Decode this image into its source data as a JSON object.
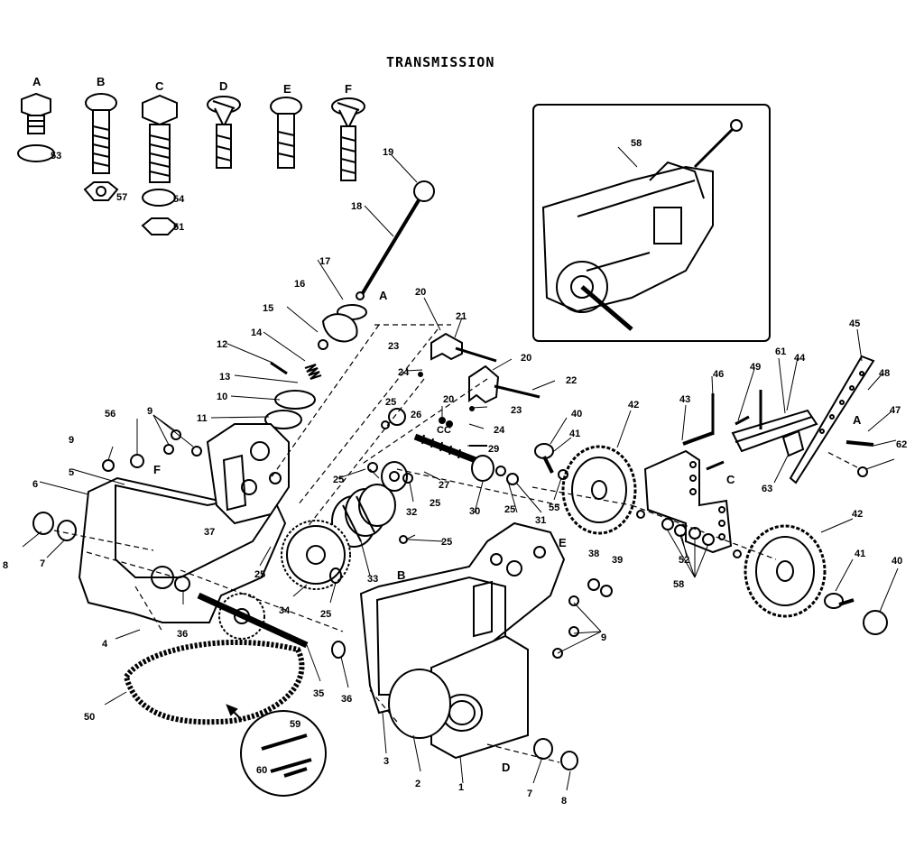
{
  "title": "TRANSMISSION",
  "hardware_keys": [
    "A",
    "B",
    "C",
    "D",
    "E",
    "F"
  ],
  "callouts": {
    "c1": "1",
    "c2": "2",
    "c3": "3",
    "c4": "4",
    "c5": "5",
    "c6": "6",
    "c7a": "7",
    "c7b": "7",
    "c8a": "8",
    "c8b": "8",
    "c9a": "9",
    "c9b": "9",
    "c9c": "9",
    "c10": "10",
    "c11": "11",
    "c12": "12",
    "c13": "13",
    "c14": "14",
    "c15": "15",
    "c16": "16",
    "c17": "17",
    "c18": "18",
    "c19": "19",
    "c20a": "20",
    "c20b": "20",
    "c20c": "20",
    "c21": "21",
    "c22": "22",
    "c23a": "23",
    "c23b": "23",
    "c24a": "24",
    "c24b": "24",
    "c25a": "25",
    "c25b": "25",
    "c25c": "25",
    "c25d": "25",
    "c25e": "25",
    "c25f": "25",
    "c25g": "25",
    "c26": "26",
    "c27": "27",
    "c29": "29",
    "c30": "30",
    "c31": "31",
    "c32": "32",
    "c33": "33",
    "c34": "34",
    "c35": "35",
    "c36a": "36",
    "c36b": "36",
    "c37": "37",
    "c38": "38",
    "c39": "39",
    "c40a": "40",
    "c40b": "40",
    "c41a": "41",
    "c41b": "41",
    "c42a": "42",
    "c42b": "42",
    "c43": "43",
    "c44": "44",
    "c45": "45",
    "c46": "46",
    "c47": "47",
    "c48": "48",
    "c49": "49",
    "c50": "50",
    "c51": "51",
    "c52": "52",
    "c53": "53",
    "c54": "54",
    "c55": "55",
    "c56": "56",
    "c57": "57",
    "c58a": "58",
    "c58b": "58",
    "c59": "59",
    "c60": "60",
    "c61": "61",
    "c62": "62",
    "c63": "63"
  },
  "refs": {
    "ra": "A",
    "rb": "B",
    "rc": "C",
    "rd": "D",
    "re": "E",
    "rf": "F",
    "ra2": "A",
    "rc2": "C",
    "rc3": "C"
  }
}
